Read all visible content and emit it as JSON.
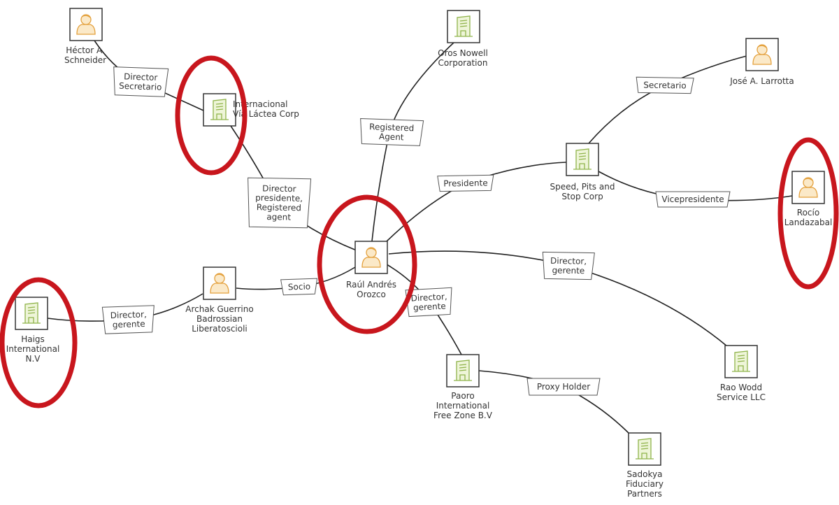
{
  "diagram": {
    "colors": {
      "person": "#e3a03c",
      "company": "#8fb34a",
      "highlight": "#c8161d",
      "line": "#222222"
    },
    "nodes": [
      {
        "id": "hector",
        "type": "person",
        "label": [
          "Héctor A.",
          "Schneider"
        ],
        "highlighted": false
      },
      {
        "id": "via_lactea",
        "type": "company",
        "label": [
          "Internacional",
          "Vía Láctea Corp"
        ],
        "highlighted": true
      },
      {
        "id": "oros",
        "type": "company",
        "label": [
          "Oros Nowell",
          "Corporation"
        ],
        "highlighted": false
      },
      {
        "id": "jose",
        "type": "person",
        "label": [
          "José A. Larrotta"
        ],
        "highlighted": false
      },
      {
        "id": "speed",
        "type": "company",
        "label": [
          "Speed, Pits and",
          "Stop Corp"
        ],
        "highlighted": false
      },
      {
        "id": "rocio",
        "type": "person",
        "label": [
          "Rocío",
          "Landazabal"
        ],
        "highlighted": true
      },
      {
        "id": "raul",
        "type": "person",
        "label": [
          "Raúl Andrés",
          "Orozco"
        ],
        "highlighted": true
      },
      {
        "id": "archak",
        "type": "person",
        "label": [
          "Archak Guerrino",
          "Badrossian",
          "Liberatoscioli"
        ],
        "highlighted": false
      },
      {
        "id": "haigs",
        "type": "company",
        "label": [
          "Haigs",
          "International",
          "N.V"
        ],
        "highlighted": true
      },
      {
        "id": "paoro",
        "type": "company",
        "label": [
          "Paoro",
          "International",
          "Free Zone B.V"
        ],
        "highlighted": false
      },
      {
        "id": "rao",
        "type": "company",
        "label": [
          "Rao Wodd",
          "Service LLC"
        ],
        "highlighted": false
      },
      {
        "id": "sadokya",
        "type": "company",
        "label": [
          "Sadokya",
          "Fiduciary",
          "Partners"
        ],
        "highlighted": false
      }
    ],
    "edges": [
      {
        "id": "e1",
        "from": "hector",
        "to": "via_lactea",
        "label": [
          "Director",
          "Secretario"
        ]
      },
      {
        "id": "e2",
        "from": "via_lactea",
        "to": "raul",
        "label": [
          "Director",
          "presidente,",
          "Registered",
          "agent"
        ]
      },
      {
        "id": "e3",
        "from": "oros",
        "to": "raul",
        "label": [
          "Registered",
          "Agent"
        ]
      },
      {
        "id": "e4",
        "from": "raul",
        "to": "speed",
        "label": [
          "Presidente"
        ]
      },
      {
        "id": "e5",
        "from": "speed",
        "to": "jose",
        "label": [
          "Secretario"
        ]
      },
      {
        "id": "e6",
        "from": "speed",
        "to": "rocio",
        "label": [
          "Vicepresidente"
        ]
      },
      {
        "id": "e7",
        "from": "raul",
        "to": "archak",
        "label": [
          "Socio"
        ]
      },
      {
        "id": "e8",
        "from": "archak",
        "to": "haigs",
        "label": [
          "Director,",
          "gerente"
        ]
      },
      {
        "id": "e9",
        "from": "raul",
        "to": "rao",
        "label": [
          "Director,",
          "gerente"
        ]
      },
      {
        "id": "e10",
        "from": "raul",
        "to": "paoro",
        "label": [
          "Director,",
          "gerente"
        ]
      },
      {
        "id": "e11",
        "from": "paoro",
        "to": "sadokya",
        "label": [
          "Proxy Holder"
        ]
      }
    ]
  }
}
